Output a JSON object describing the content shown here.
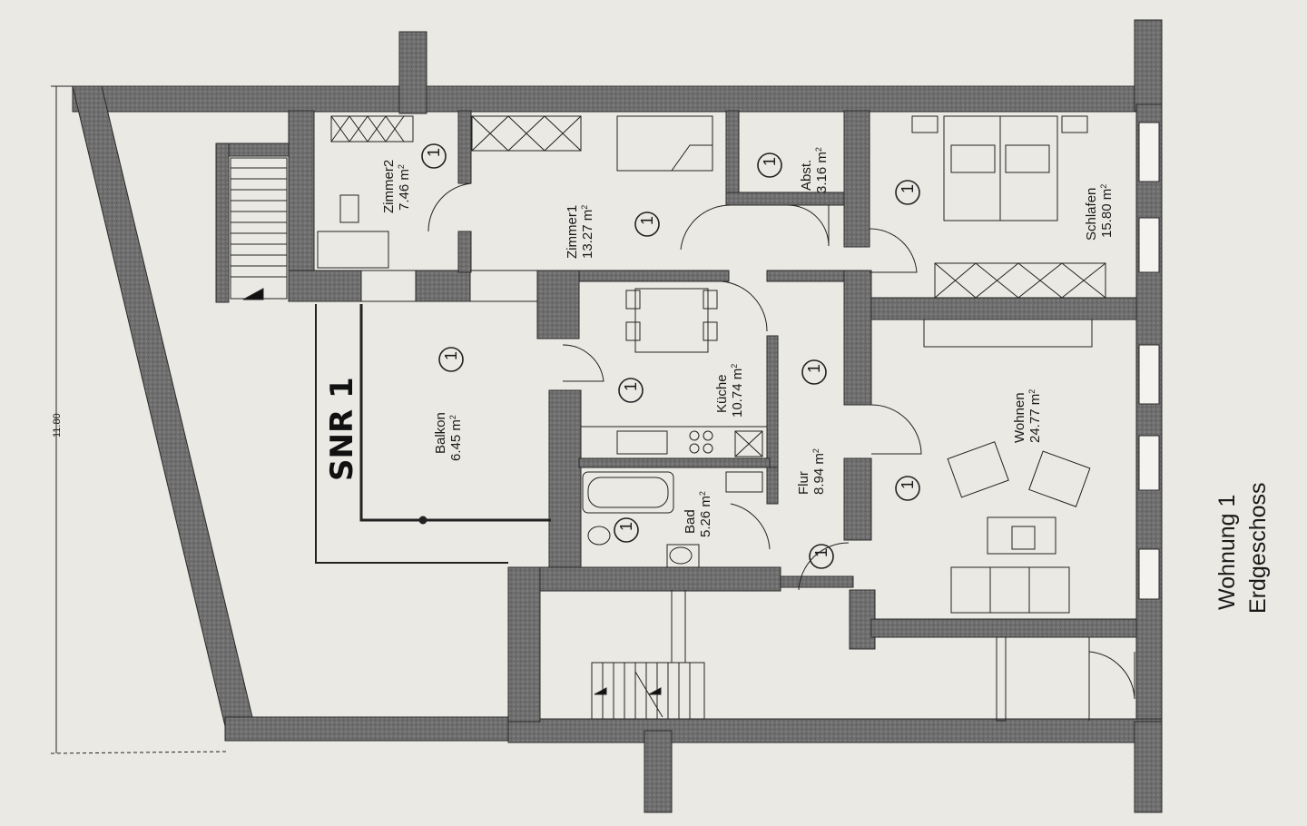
{
  "plan": {
    "title_line1": "Wohnung 1",
    "title_line2": "Erdgeschoss",
    "dimension": "11.80",
    "handwritten": "SNR 1",
    "unit_marker": "1",
    "m2": "m",
    "sup2": "2"
  },
  "rooms": [
    {
      "id": "zimmer2",
      "name": "Zimmer2",
      "area": "7.46"
    },
    {
      "id": "zimmer1",
      "name": "Zimmer1",
      "area": "13.27"
    },
    {
      "id": "abst",
      "name": "Abst.",
      "area": "3.16"
    },
    {
      "id": "schlafen",
      "name": "Schlafen",
      "area": "15.80"
    },
    {
      "id": "balkon",
      "name": "Balkon",
      "area": "6.45"
    },
    {
      "id": "kueche",
      "name": "Küche",
      "area": "10.74"
    },
    {
      "id": "wohnen",
      "name": "Wohnen",
      "area": "24.77"
    },
    {
      "id": "flur",
      "name": "Flur",
      "area": "8.94"
    },
    {
      "id": "bad",
      "name": "Bad",
      "area": "5.26"
    }
  ]
}
